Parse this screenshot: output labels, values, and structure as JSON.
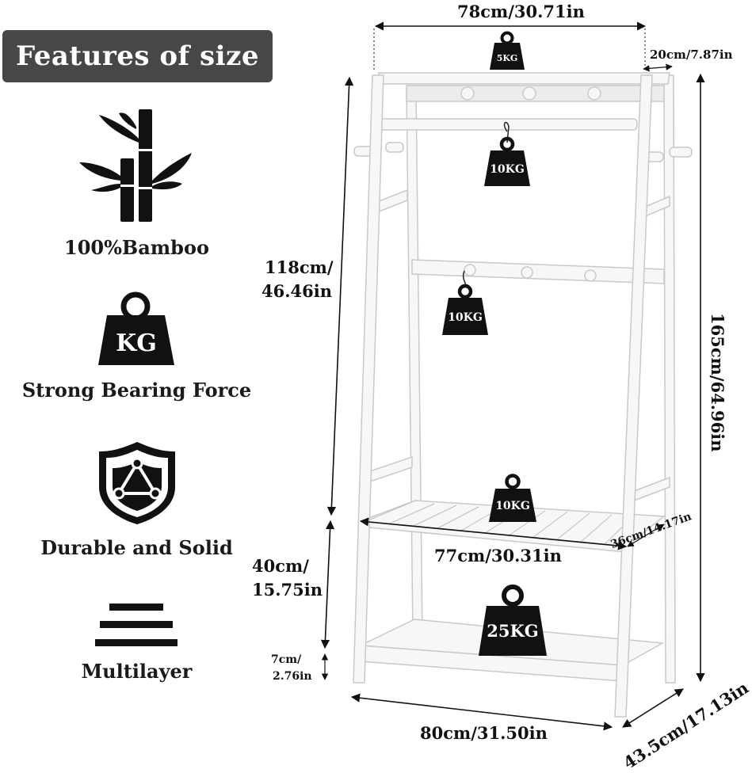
{
  "title": "Features of size",
  "features": [
    {
      "icon": "bamboo-icon",
      "label": "100%Bamboo"
    },
    {
      "icon": "kg-weight-icon",
      "label": "Strong Bearing Force",
      "icon_text": "KG"
    },
    {
      "icon": "shield-triangle-icon",
      "label": "Durable and Solid"
    },
    {
      "icon": "layers-icon",
      "label": "Multilayer"
    }
  ],
  "dimensions": {
    "top_width": "78cm/30.71in",
    "top_depth": "20cm/7.87in",
    "height_upper": [
      "118cm/",
      "46.46in"
    ],
    "total_height": "165cm/64.96in",
    "shelf_width": "77cm/30.31in",
    "shelf_depth": "36cm/14.17in",
    "height_lower": [
      "40cm/",
      "15.75in"
    ],
    "foot_height": [
      "7cm/",
      "2.76in"
    ],
    "base_width": "80cm/31.50in",
    "base_depth": "43.5cm/17.13in"
  },
  "weights": {
    "top_shelf": "5KG",
    "hanging_rod": "10KG",
    "hook_bar": "10KG",
    "middle_shelf": "10KG",
    "bottom_shelf": "25KG"
  },
  "colors": {
    "title_bg": "#474747",
    "weight_fill": "#111111",
    "rack_fill": "#f7f7f7",
    "rack_stroke": "#c9c9c9"
  }
}
